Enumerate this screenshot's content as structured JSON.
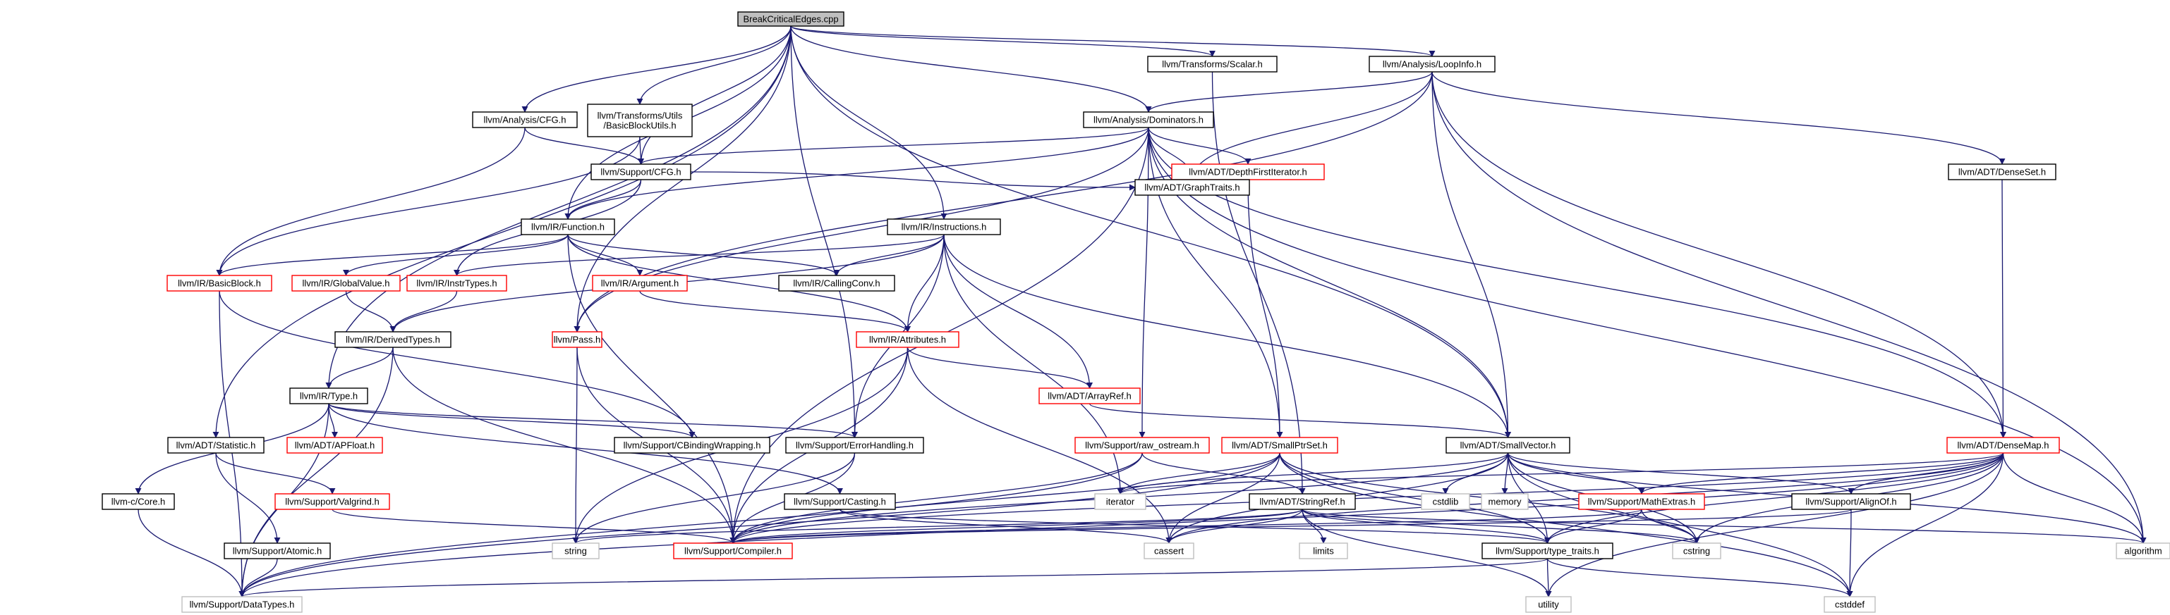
{
  "title": "BreakCriticalEdges.cpp",
  "colors": {
    "edge": "#191970",
    "root_fill": "#bfbfbf",
    "normal_border": "#000000",
    "truncated_border": "#ff0000",
    "system_border": "#bfbfbf",
    "text": "#000000"
  },
  "nodes": [
    {
      "id": "root",
      "label": "BreakCriticalEdges.cpp",
      "kind": "root"
    },
    {
      "id": "transforms_scalar",
      "label": "llvm/Transforms/Scalar.h",
      "kind": "normal"
    },
    {
      "id": "analysis_loopinfo",
      "label": "llvm/Analysis/LoopInfo.h",
      "kind": "normal"
    },
    {
      "id": "analysis_cfg",
      "label": "llvm/Analysis/CFG.h",
      "kind": "normal"
    },
    {
      "id": "transforms_utils_bbu",
      "label": "llvm/Transforms/Utils\n/BasicBlockUtils.h",
      "kind": "normal"
    },
    {
      "id": "analysis_dominators",
      "label": "llvm/Analysis/Dominators.h",
      "kind": "normal"
    },
    {
      "id": "support_cfg",
      "label": "llvm/Support/CFG.h",
      "kind": "normal"
    },
    {
      "id": "adt_dfi",
      "label": "llvm/ADT/DepthFirstIterator.h",
      "kind": "truncated"
    },
    {
      "id": "adt_denseset",
      "label": "llvm/ADT/DenseSet.h",
      "kind": "normal"
    },
    {
      "id": "ir_function",
      "label": "llvm/IR/Function.h",
      "kind": "normal"
    },
    {
      "id": "ir_instructions",
      "label": "llvm/IR/Instructions.h",
      "kind": "normal"
    },
    {
      "id": "adt_graphtraits",
      "label": "llvm/ADT/GraphTraits.h",
      "kind": "normal"
    },
    {
      "id": "ir_basicblock",
      "label": "llvm/IR/BasicBlock.h",
      "kind": "truncated"
    },
    {
      "id": "ir_globalvalue",
      "label": "llvm/IR/GlobalValue.h",
      "kind": "truncated"
    },
    {
      "id": "ir_instrtypes",
      "label": "llvm/IR/InstrTypes.h",
      "kind": "truncated"
    },
    {
      "id": "ir_argument",
      "label": "llvm/IR/Argument.h",
      "kind": "truncated"
    },
    {
      "id": "ir_callingconv",
      "label": "llvm/IR/CallingConv.h",
      "kind": "normal"
    },
    {
      "id": "ir_derivedtypes",
      "label": "llvm/IR/DerivedTypes.h",
      "kind": "normal"
    },
    {
      "id": "pass",
      "label": "llvm/Pass.h",
      "kind": "truncated"
    },
    {
      "id": "ir_attributes",
      "label": "llvm/IR/Attributes.h",
      "kind": "truncated"
    },
    {
      "id": "adt_densemap",
      "label": "llvm/ADT/DenseMap.h",
      "kind": "truncated"
    },
    {
      "id": "ir_type",
      "label": "llvm/IR/Type.h",
      "kind": "normal"
    },
    {
      "id": "adt_arrayref",
      "label": "llvm/ADT/ArrayRef.h",
      "kind": "truncated"
    },
    {
      "id": "adt_statistic",
      "label": "llvm/ADT/Statistic.h",
      "kind": "normal"
    },
    {
      "id": "adt_apfloat",
      "label": "llvm/ADT/APFloat.h",
      "kind": "truncated"
    },
    {
      "id": "support_cbw",
      "label": "llvm/Support/CBindingWrapping.h",
      "kind": "normal"
    },
    {
      "id": "support_errorhandling",
      "label": "llvm/Support/ErrorHandling.h",
      "kind": "normal"
    },
    {
      "id": "support_raw_ostream",
      "label": "llvm/Support/raw_ostream.h",
      "kind": "truncated"
    },
    {
      "id": "adt_smallptrset",
      "label": "llvm/ADT/SmallPtrSet.h",
      "kind": "truncated"
    },
    {
      "id": "adt_smallvector",
      "label": "llvm/ADT/SmallVector.h",
      "kind": "normal"
    },
    {
      "id": "llvmc_core",
      "label": "llvm-c/Core.h",
      "kind": "normal"
    },
    {
      "id": "support_valgrind",
      "label": "llvm/Support/Valgrind.h",
      "kind": "truncated"
    },
    {
      "id": "support_casting",
      "label": "llvm/Support/Casting.h",
      "kind": "normal"
    },
    {
      "id": "sys_cstdlib",
      "label": "cstdlib",
      "kind": "system"
    },
    {
      "id": "sys_memory",
      "label": "memory",
      "kind": "system"
    },
    {
      "id": "support_mathextras",
      "label": "llvm/Support/MathExtras.h",
      "kind": "truncated"
    },
    {
      "id": "support_alignof",
      "label": "llvm/Support/AlignOf.h",
      "kind": "normal"
    },
    {
      "id": "sys_iterator",
      "label": "iterator",
      "kind": "system"
    },
    {
      "id": "adt_stringref",
      "label": "llvm/ADT/StringRef.h",
      "kind": "normal"
    },
    {
      "id": "support_atomic",
      "label": "llvm/Support/Atomic.h",
      "kind": "normal"
    },
    {
      "id": "sys_string",
      "label": "string",
      "kind": "system"
    },
    {
      "id": "support_compiler",
      "label": "llvm/Support/Compiler.h",
      "kind": "truncated"
    },
    {
      "id": "sys_cassert",
      "label": "cassert",
      "kind": "system"
    },
    {
      "id": "sys_limits",
      "label": "limits",
      "kind": "system"
    },
    {
      "id": "support_type_traits",
      "label": "llvm/Support/type_traits.h",
      "kind": "normal"
    },
    {
      "id": "sys_cstring",
      "label": "cstring",
      "kind": "system"
    },
    {
      "id": "sys_algorithm",
      "label": "algorithm",
      "kind": "system"
    },
    {
      "id": "support_datatypes",
      "label": "llvm/Support/DataTypes.h",
      "kind": "system"
    },
    {
      "id": "sys_utility",
      "label": "utility",
      "kind": "system"
    },
    {
      "id": "sys_cstddef",
      "label": "cstddef",
      "kind": "system"
    }
  ],
  "edges": [
    [
      "root",
      "transforms_scalar"
    ],
    [
      "root",
      "analysis_loopinfo"
    ],
    [
      "root",
      "analysis_cfg"
    ],
    [
      "root",
      "transforms_utils_bbu"
    ],
    [
      "root",
      "analysis_dominators"
    ],
    [
      "root",
      "support_cfg"
    ],
    [
      "root",
      "ir_function"
    ],
    [
      "root",
      "ir_instructions"
    ],
    [
      "root",
      "ir_type"
    ],
    [
      "root",
      "adt_statistic"
    ],
    [
      "root",
      "support_errorhandling"
    ],
    [
      "root",
      "adt_smallvector"
    ],
    [
      "root",
      "pass"
    ],
    [
      "transforms_scalar",
      "adt_stringref"
    ],
    [
      "analysis_loopinfo",
      "analysis_dominators"
    ],
    [
      "analysis_loopinfo",
      "adt_graphtraits"
    ],
    [
      "analysis_loopinfo",
      "adt_densemap"
    ],
    [
      "analysis_loopinfo",
      "adt_denseset"
    ],
    [
      "analysis_loopinfo",
      "adt_smallvector"
    ],
    [
      "analysis_loopinfo",
      "sys_algorithm"
    ],
    [
      "analysis_loopinfo",
      "pass"
    ],
    [
      "analysis_cfg",
      "support_cfg"
    ],
    [
      "analysis_cfg",
      "ir_basicblock"
    ],
    [
      "transforms_utils_bbu",
      "support_cfg"
    ],
    [
      "transforms_utils_bbu",
      "ir_basicblock"
    ],
    [
      "analysis_dominators",
      "support_cfg"
    ],
    [
      "analysis_dominators",
      "ir_function"
    ],
    [
      "analysis_dominators",
      "adt_dfi"
    ],
    [
      "analysis_dominators",
      "adt_graphtraits"
    ],
    [
      "analysis_dominators",
      "adt_smallptrset"
    ],
    [
      "analysis_dominators",
      "adt_smallvector"
    ],
    [
      "analysis_dominators",
      "support_raw_ostream"
    ],
    [
      "analysis_dominators",
      "support_compiler"
    ],
    [
      "analysis_dominators",
      "adt_densemap"
    ],
    [
      "analysis_dominators",
      "sys_algorithm"
    ],
    [
      "analysis_dominators",
      "pass"
    ],
    [
      "support_cfg",
      "ir_function"
    ],
    [
      "support_cfg",
      "ir_instrtypes"
    ],
    [
      "support_cfg",
      "adt_graphtraits"
    ],
    [
      "adt_dfi",
      "adt_graphtraits"
    ],
    [
      "adt_dfi",
      "adt_smallptrset"
    ],
    [
      "adt_denseset",
      "adt_densemap"
    ],
    [
      "ir_function",
      "ir_basicblock"
    ],
    [
      "ir_function",
      "ir_globalvalue"
    ],
    [
      "ir_function",
      "ir_argument"
    ],
    [
      "ir_function",
      "ir_callingconv"
    ],
    [
      "ir_function",
      "ir_attributes"
    ],
    [
      "ir_function",
      "support_compiler"
    ],
    [
      "ir_instructions",
      "ir_instrtypes"
    ],
    [
      "ir_instructions",
      "ir_attributes"
    ],
    [
      "ir_instructions",
      "ir_callingconv"
    ],
    [
      "ir_instructions",
      "ir_derivedtypes"
    ],
    [
      "ir_instructions",
      "adt_arrayref"
    ],
    [
      "ir_instructions",
      "support_errorhandling"
    ],
    [
      "ir_instructions",
      "adt_smallvector"
    ],
    [
      "ir_instructions",
      "sys_iterator"
    ],
    [
      "ir_basicblock",
      "support_cbw"
    ],
    [
      "ir_basicblock",
      "support_datatypes"
    ],
    [
      "ir_globalvalue",
      "ir_derivedtypes"
    ],
    [
      "ir_instrtypes",
      "ir_derivedtypes"
    ],
    [
      "ir_argument",
      "ir_attributes"
    ],
    [
      "ir_derivedtypes",
      "ir_type"
    ],
    [
      "ir_derivedtypes",
      "support_compiler"
    ],
    [
      "ir_derivedtypes",
      "support_datatypes"
    ],
    [
      "pass",
      "sys_string"
    ],
    [
      "pass",
      "support_compiler"
    ],
    [
      "ir_attributes",
      "adt_arrayref"
    ],
    [
      "ir_attributes",
      "sys_string"
    ],
    [
      "ir_attributes",
      "sys_cassert"
    ],
    [
      "ir_attributes",
      "support_compiler"
    ],
    [
      "adt_arrayref",
      "adt_smallvector"
    ],
    [
      "ir_type",
      "adt_apfloat"
    ],
    [
      "ir_type",
      "support_cbw"
    ],
    [
      "ir_type",
      "support_errorhandling"
    ],
    [
      "ir_type",
      "support_casting"
    ],
    [
      "ir_type",
      "llvmc_core"
    ],
    [
      "ir_type",
      "support_datatypes"
    ],
    [
      "adt_statistic",
      "support_atomic"
    ],
    [
      "adt_statistic",
      "support_valgrind"
    ],
    [
      "support_errorhandling",
      "support_compiler"
    ],
    [
      "support_errorhandling",
      "sys_string"
    ],
    [
      "support_raw_ostream",
      "adt_stringref"
    ],
    [
      "support_raw_ostream",
      "support_compiler"
    ],
    [
      "support_raw_ostream",
      "support_datatypes"
    ],
    [
      "adt_smallptrset",
      "support_compiler"
    ],
    [
      "adt_smallptrset",
      "support_datatypes"
    ],
    [
      "adt_smallptrset",
      "support_type_traits"
    ],
    [
      "adt_smallptrset",
      "sys_iterator"
    ],
    [
      "adt_smallptrset",
      "sys_cassert"
    ],
    [
      "adt_smallptrset",
      "sys_cstring"
    ],
    [
      "adt_smallptrset",
      "sys_cstddef"
    ],
    [
      "adt_smallvector",
      "support_alignof"
    ],
    [
      "adt_smallvector",
      "support_compiler"
    ],
    [
      "adt_smallvector",
      "support_mathextras"
    ],
    [
      "adt_smallvector",
      "support_type_traits"
    ],
    [
      "adt_smallvector",
      "sys_algorithm"
    ],
    [
      "adt_smallvector",
      "sys_cassert"
    ],
    [
      "adt_smallvector",
      "sys_cstddef"
    ],
    [
      "adt_smallvector",
      "sys_cstdlib"
    ],
    [
      "adt_smallvector",
      "sys_cstring"
    ],
    [
      "adt_smallvector",
      "sys_iterator"
    ],
    [
      "adt_smallvector",
      "sys_memory"
    ],
    [
      "llvmc_core",
      "support_datatypes"
    ],
    [
      "support_valgrind",
      "support_compiler"
    ],
    [
      "support_atomic",
      "support_datatypes"
    ],
    [
      "support_casting",
      "support_type_traits"
    ],
    [
      "support_casting",
      "sys_cassert"
    ],
    [
      "support_mathextras",
      "support_compiler"
    ],
    [
      "support_mathextras",
      "support_type_traits"
    ],
    [
      "support_mathextras",
      "sys_cstring"
    ],
    [
      "support_alignof",
      "support_compiler"
    ],
    [
      "support_alignof",
      "sys_cstddef"
    ],
    [
      "adt_stringref",
      "support_compiler"
    ],
    [
      "adt_stringref",
      "support_type_traits"
    ],
    [
      "adt_stringref",
      "sys_algorithm"
    ],
    [
      "adt_stringref",
      "sys_cassert"
    ],
    [
      "adt_stringref",
      "sys_cstring"
    ],
    [
      "adt_stringref",
      "sys_limits"
    ],
    [
      "adt_stringref",
      "sys_string"
    ],
    [
      "adt_stringref",
      "sys_utility"
    ],
    [
      "support_type_traits",
      "support_datatypes"
    ],
    [
      "support_type_traits",
      "sys_cstddef"
    ],
    [
      "support_type_traits",
      "sys_utility"
    ],
    [
      "adt_densemap",
      "support_alignof"
    ],
    [
      "adt_densemap",
      "support_compiler"
    ],
    [
      "adt_densemap",
      "support_mathextras"
    ],
    [
      "adt_densemap",
      "support_type_traits"
    ],
    [
      "adt_densemap",
      "sys_algorithm"
    ],
    [
      "adt_densemap",
      "sys_cassert"
    ],
    [
      "adt_densemap",
      "sys_cstddef"
    ],
    [
      "adt_densemap",
      "sys_cstring"
    ],
    [
      "adt_densemap",
      "sys_iterator"
    ],
    [
      "adt_densemap",
      "sys_utility"
    ],
    [
      "adt_densemap",
      "support_datatypes"
    ]
  ]
}
